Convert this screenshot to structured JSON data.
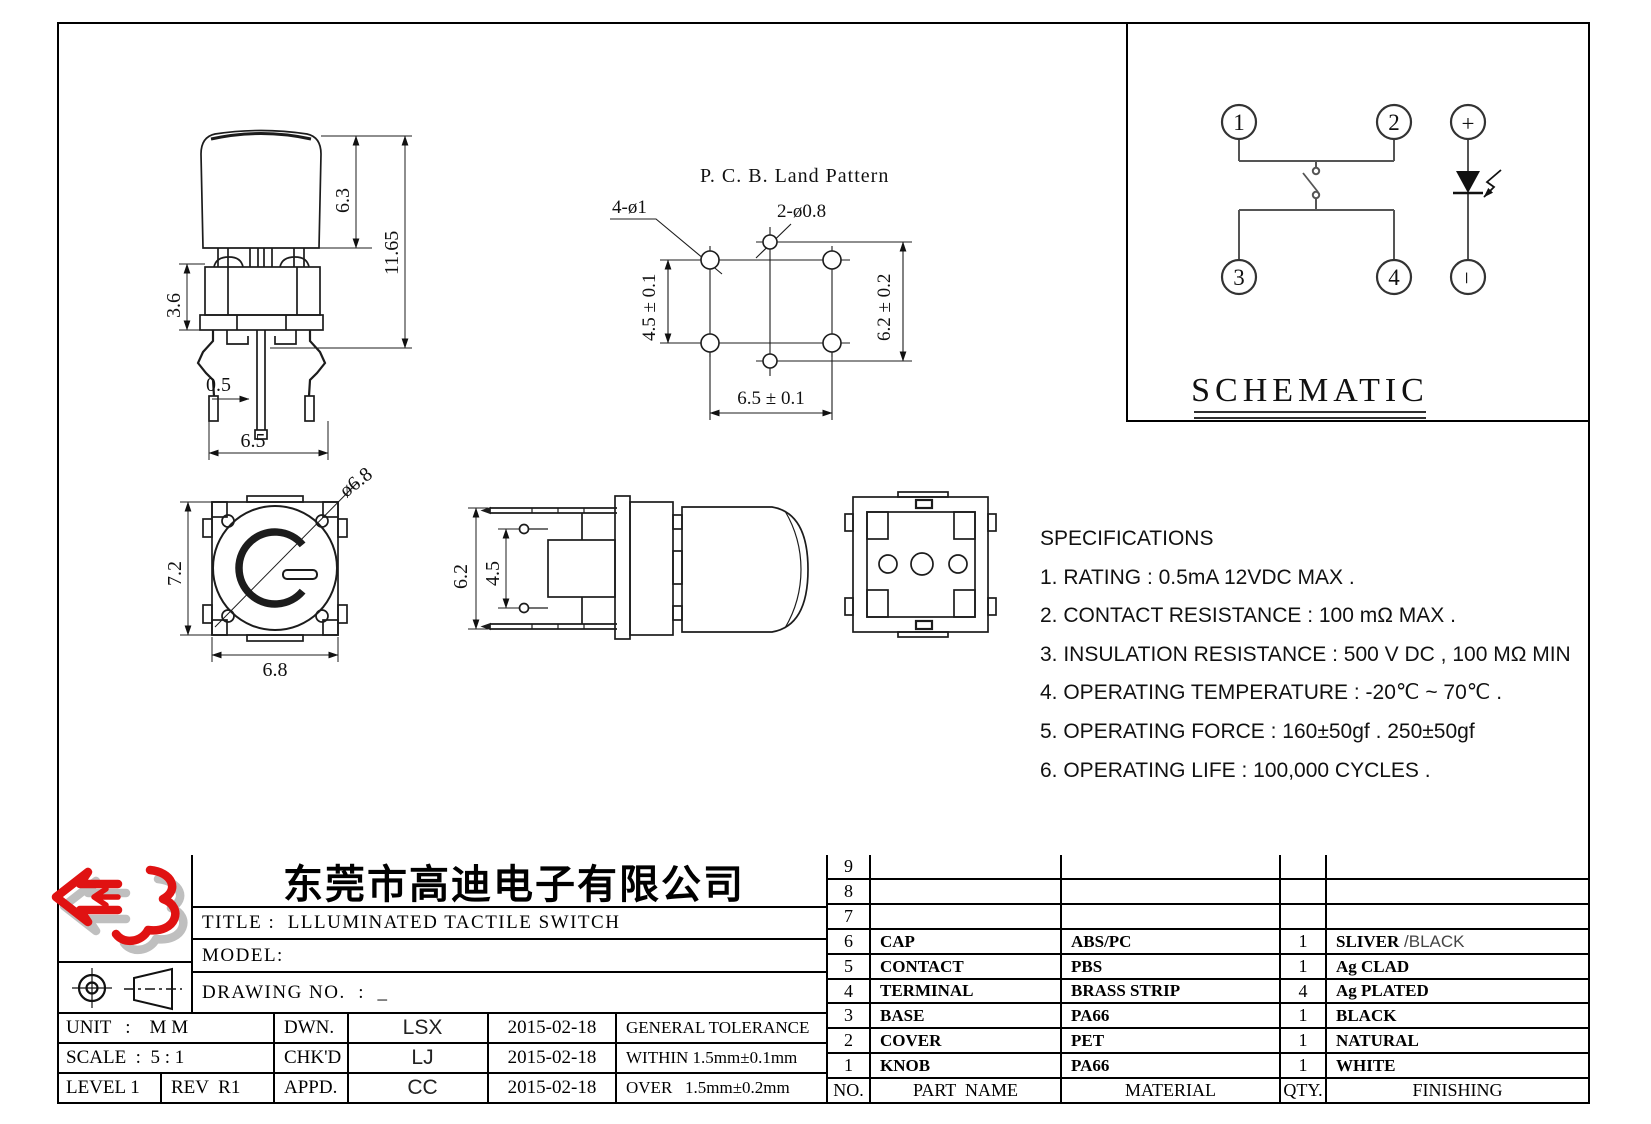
{
  "dims": {
    "cap_h": "6.3",
    "total_h": "11.65",
    "body_h": "3.6",
    "pin_w": "0.5",
    "lead_span": "6.5",
    "top_h": "7.2",
    "top_w": "6.8",
    "cap_dia": "ø6.8",
    "side_h": "6.2",
    "contact_span": "4.5"
  },
  "land": {
    "title": "P. C. B. Land Pattern",
    "corner_holes": "4-ø1",
    "middle_holes": "2-ø0.8",
    "dim_v1": "4.5 ± 0.1",
    "dim_v2": "6.2 ± 0.2",
    "dim_h1": "6.5 ± 0.1"
  },
  "schematic": {
    "title": "SCHEMATIC",
    "pin1": "1",
    "pin2": "2",
    "pin3": "3",
    "pin4": "4",
    "plus": "+",
    "minus": "−"
  },
  "specs": {
    "title": "SPECIFICATIONS",
    "items": [
      "1. RATING : 0.5mA 12VDC MAX .",
      "2. CONTACT RESISTANCE : 100 mΩ MAX .",
      "3. INSULATION RESISTANCE : 500 V DC , 100 MΩ MIN",
      "4. OPERATING TEMPERATURE : -20℃ ~ 70℃ .",
      "5. OPERATING FORCE : 160±50gf . 250±50gf",
      "6. OPERATING LIFE : 100,000 CYCLES ."
    ]
  },
  "tb": {
    "company": "东莞市高迪电子有限公司",
    "title": "TITLE :  LLLUMINATED TACTILE SWITCH",
    "model": "MODEL:",
    "drawing_no": "DRAWING NO.  :  _",
    "unit": "UNIT   :    M M",
    "scale": "SCALE  :  5 : 1",
    "level": "LEVEL 1",
    "rev": "REV  R1",
    "dwn": "DWN.",
    "chkd": "CHK'D",
    "appd": "APPD.",
    "dwn_name": "LSX",
    "chkd_name": "LJ",
    "appd_name": "CC",
    "date1": "2015-02-18",
    "date2": "2015-02-18",
    "date3": "2015-02-18",
    "tol_title": "GENERAL TOLERANCE",
    "tol_within": "WITHIN 1.5mm±0.1mm",
    "tol_over": "OVER   1.5mm±0.2mm"
  },
  "parts": {
    "headers": {
      "no": "NO.",
      "name": "PART  NAME",
      "material": "MATERIAL",
      "qty": "QTY.",
      "finishing": "FINISHING"
    },
    "rows": [
      {
        "no": "9",
        "name": "",
        "material": "",
        "qty": "",
        "finish": "",
        "finish2": ""
      },
      {
        "no": "8",
        "name": "",
        "material": "",
        "qty": "",
        "finish": "",
        "finish2": ""
      },
      {
        "no": "7",
        "name": "",
        "material": "",
        "qty": "",
        "finish": "",
        "finish2": ""
      },
      {
        "no": "6",
        "name": "CAP",
        "material": "ABS/PC",
        "qty": "1",
        "finish": "SLIVER",
        "finish2": " /BLACK"
      },
      {
        "no": "5",
        "name": "CONTACT",
        "material": "PBS",
        "qty": "1",
        "finish": "Ag CLAD",
        "finish2": ""
      },
      {
        "no": "4",
        "name": "TERMINAL",
        "material": "BRASS STRIP",
        "qty": "4",
        "finish": "Ag PLATED",
        "finish2": ""
      },
      {
        "no": "3",
        "name": "BASE",
        "material": "PA66",
        "qty": "1",
        "finish": "BLACK",
        "finish2": ""
      },
      {
        "no": "2",
        "name": "COVER",
        "material": "PET",
        "qty": "1",
        "finish": "NATURAL",
        "finish2": ""
      },
      {
        "no": "1",
        "name": "KNOB",
        "material": "PA66",
        "qty": "1",
        "finish": "WHITE",
        "finish2": ""
      }
    ]
  }
}
